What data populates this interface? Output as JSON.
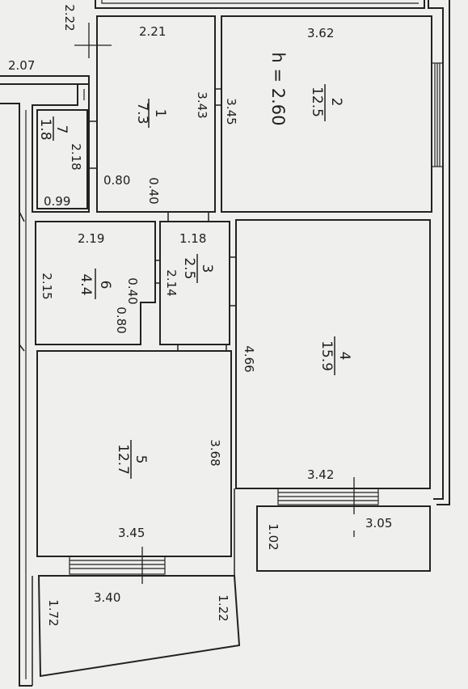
{
  "height_label": "h = 2.60",
  "rooms": [
    {
      "id": "room-1",
      "number": "1",
      "area": "7.3"
    },
    {
      "id": "room-2",
      "number": "2",
      "area": "12.5"
    },
    {
      "id": "room-3",
      "number": "3",
      "area": "2.5"
    },
    {
      "id": "room-4",
      "number": "4",
      "area": "15.9"
    },
    {
      "id": "room-5",
      "number": "5",
      "area": "12.7"
    },
    {
      "id": "room-6",
      "number": "6",
      "area": "4.4"
    },
    {
      "id": "room-7",
      "number": "7",
      "area": "1.8"
    }
  ],
  "dimensions": {
    "d_2_22": "2.22",
    "d_2_07": "2.07",
    "d_2_21": "2.21",
    "d_3_43": "3.43",
    "d_0_80_a": "0.80",
    "d_0_40_a": "0.40",
    "d_2_18": "2.18",
    "d_0_99": "0.99",
    "d_3_62": "3.62",
    "d_3_45_a": "3.45",
    "d_2_19": "2.19",
    "d_2_15": "2.15",
    "d_0_40_b": "0.40",
    "d_0_80_b": "0.80",
    "d_1_18": "1.18",
    "d_2_14": "2.14",
    "d_4_66": "4.66",
    "d_3_42": "3.42",
    "d_3_68": "3.68",
    "d_3_45_b": "3.45",
    "d_3_05": "3.05",
    "d_1_02": "1.02",
    "d_3_40": "3.40",
    "d_1_72": "1.72",
    "d_1_22": "1.22"
  }
}
